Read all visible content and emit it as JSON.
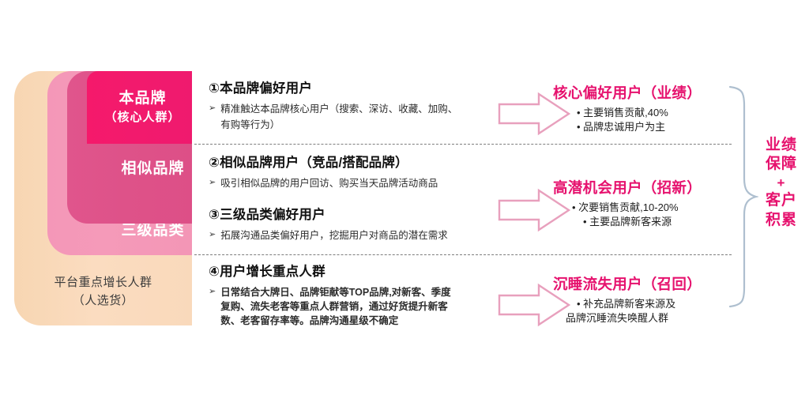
{
  "pyramid": {
    "levels": [
      {
        "id": "own-brand",
        "title": "本品牌",
        "subtitle": "（核心人群）",
        "color": "#f5196b"
      },
      {
        "id": "similar-brand",
        "title": "相似品牌",
        "color": "#de5289"
      },
      {
        "id": "third-category",
        "title": "三级品类",
        "color": "#f59ab9"
      }
    ],
    "base": {
      "line1": "平台重点增长人群",
      "line2": "（人选货）",
      "color": "#f9d9bb"
    }
  },
  "middle": [
    {
      "heading": "①本品牌偏好用户",
      "bullet_marker": "➢",
      "bullet_lines": [
        "精准触达本品牌核心用户（搜索、深访、收藏、加购、",
        "有购等行为）"
      ]
    },
    {
      "heading": "②相似品牌用户（竞品/搭配品牌）",
      "bullet_marker": "➢",
      "bullet_lines": [
        "吸引相似品牌的用户回访、购买当天品牌活动商品"
      ]
    },
    {
      "heading": "③三级品类偏好用户",
      "bullet_marker": "➢",
      "bullet_lines": [
        "拓展沟通品类偏好用户，挖掘用户对商品的潜在需求"
      ]
    },
    {
      "heading": "④用户增长重点人群",
      "bullet_marker": "➢",
      "bullet_lines": [
        "日常结合大牌日、品牌钜献等TOP品牌,对新客、季度",
        "复购、流失老客等重点人群营销，通过好货提升新客",
        "数、老客留存率等。品牌沟通星级不确定"
      ]
    }
  ],
  "right": [
    {
      "heading": "核心偏好用户（业绩）",
      "bullets": [
        "• 主要销售贡献,40%",
        "• 品牌忠诚用户为主"
      ]
    },
    {
      "heading": "高潜机会用户（招新）",
      "bullets": [
        "• 次要销售贡献,10-20%",
        "• 主要品牌新客来源"
      ]
    },
    {
      "heading": "沉睡流失用户（召回）",
      "bullets": [
        "• 补充品牌新客来源及",
        "品牌沉睡流失唤醒人群"
      ]
    }
  ],
  "far_right": {
    "lines": [
      "业绩",
      "保障",
      "+",
      "客户",
      "积累"
    ],
    "color": "#e6126e"
  },
  "colors": {
    "accent_pink": "#e6126e",
    "arrow_stroke": "#e8a0bd",
    "brace_stroke": "#aebfcf",
    "dash_line": "#7d7d7d"
  }
}
